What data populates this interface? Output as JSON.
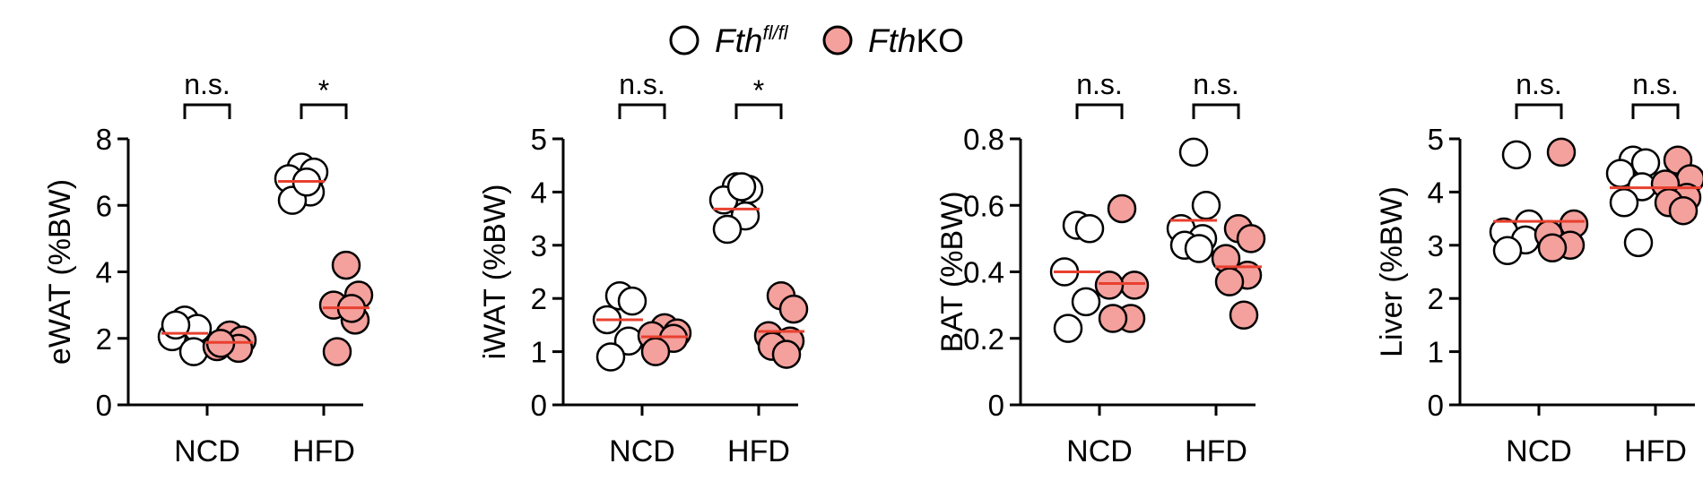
{
  "legend": {
    "control_base": "Fth",
    "control_sup": "fl/fl",
    "ko_base": "Fth",
    "ko_suffix": "KO"
  },
  "colors": {
    "ko_fill": "#f4a09c",
    "control_fill": "#ffffff",
    "mean_line": "#e8402f",
    "ink": "#000000"
  },
  "chart_data": [
    {
      "type": "scatter",
      "ylabel": "eWAT (%BW)",
      "ylim": [
        0,
        8
      ],
      "yticks": [
        "0",
        "2",
        "4",
        "6",
        "8"
      ],
      "categories": [
        "NCD",
        "HFD"
      ],
      "significance": [
        "n.s.",
        "*"
      ],
      "series": [
        {
          "name": "Fthfl/fl",
          "groups": [
            [
              2.55,
              2.3,
              2.05,
              1.6,
              2.4
            ],
            [
              7.15,
              7.0,
              6.8,
              6.4,
              6.15,
              6.7
            ]
          ],
          "means": [
            2.15,
            6.72
          ]
        },
        {
          "name": "FthKO",
          "groups": [
            [
              2.1,
              1.95,
              1.75,
              1.7,
              1.85
            ],
            [
              4.2,
              3.3,
              3.0,
              2.55,
              1.6,
              2.9
            ]
          ],
          "means": [
            1.88,
            2.92
          ]
        }
      ]
    },
    {
      "type": "scatter",
      "ylabel": "iWAT (%BW)",
      "ylim": [
        0,
        5
      ],
      "yticks": [
        "0",
        "1",
        "2",
        "3",
        "4",
        "5"
      ],
      "categories": [
        "NCD",
        "HFD"
      ],
      "significance": [
        "n.s.",
        "*"
      ],
      "series": [
        {
          "name": "Fthfl/fl",
          "groups": [
            [
              2.05,
              1.95,
              1.6,
              1.2,
              0.9
            ],
            [
              4.1,
              4.05,
              3.85,
              3.55,
              3.3,
              4.1
            ]
          ],
          "means": [
            1.6,
            3.68
          ]
        },
        {
          "name": "FthKO",
          "groups": [
            [
              1.45,
              1.35,
              1.3,
              1.25,
              1.0
            ],
            [
              2.05,
              1.8,
              1.3,
              1.2,
              1.1,
              0.95
            ]
          ],
          "means": [
            1.28,
            1.38
          ]
        }
      ]
    },
    {
      "type": "scatter",
      "ylabel": "BAT (%BW)",
      "ylim": [
        0,
        0.8
      ],
      "yticks": [
        "0",
        "0.2",
        "0.4",
        "0.6",
        "0.8"
      ],
      "categories": [
        "NCD",
        "HFD"
      ],
      "significance": [
        "n.s.",
        "n.s."
      ],
      "series": [
        {
          "name": "Fthfl/fl",
          "groups": [
            [
              0.54,
              0.53,
              0.4,
              0.31,
              0.23
            ],
            [
              0.76,
              0.6,
              0.53,
              0.5,
              0.48,
              0.47
            ]
          ],
          "means": [
            0.4,
            0.555
          ]
        },
        {
          "name": "FthKO",
          "groups": [
            [
              0.59,
              0.36,
              0.36,
              0.26,
              0.26
            ],
            [
              0.53,
              0.5,
              0.44,
              0.39,
              0.37,
              0.27
            ]
          ],
          "means": [
            0.365,
            0.415
          ]
        }
      ]
    },
    {
      "type": "scatter",
      "ylabel": "Liver (%BW)",
      "ylim": [
        0,
        5
      ],
      "yticks": [
        "0",
        "1",
        "2",
        "3",
        "4",
        "5"
      ],
      "categories": [
        "NCD",
        "HFD"
      ],
      "significance": [
        "n.s.",
        "n.s."
      ],
      "series": [
        {
          "name": "Fthfl/fl",
          "groups": [
            [
              4.7,
              3.4,
              3.25,
              3.1,
              2.9
            ],
            [
              4.6,
              4.55,
              4.35,
              4.1,
              3.8,
              3.05
            ]
          ],
          "means": [
            3.45,
            4.08
          ]
        },
        {
          "name": "FthKO",
          "groups": [
            [
              4.75,
              3.4,
              3.2,
              3.0,
              2.95
            ],
            [
              4.6,
              4.25,
              4.15,
              3.9,
              3.8,
              3.65
            ]
          ],
          "means": [
            3.45,
            4.08
          ]
        }
      ]
    }
  ]
}
